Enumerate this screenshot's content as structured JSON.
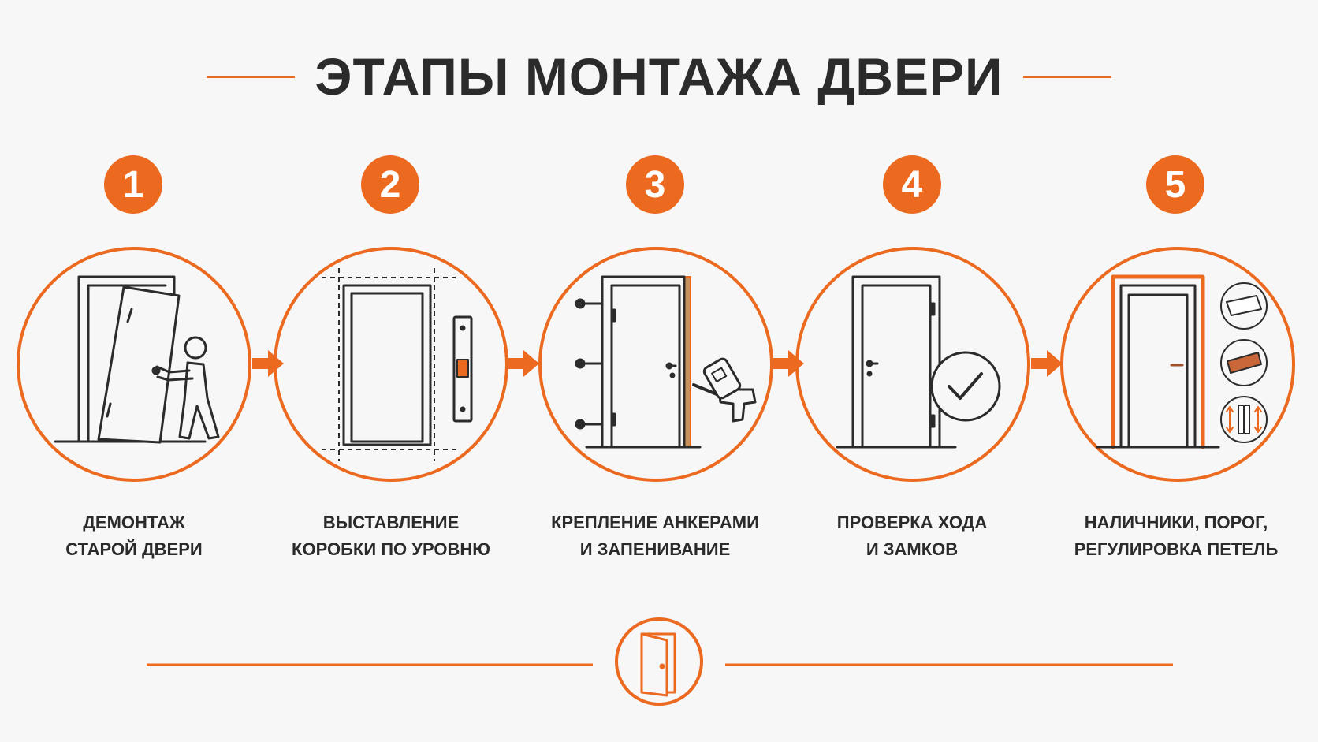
{
  "title": "ЭТАПЫ МОНТАЖА ДВЕРИ",
  "colors": {
    "accent": "#ec6a1f",
    "ink": "#2b2b2b",
    "background": "#f7f7f7"
  },
  "steps": [
    {
      "number": "1",
      "line1": "ДЕМОНТАЖ",
      "line2": "СТАРОЙ ДВЕРИ",
      "icon": "door-removal-icon"
    },
    {
      "number": "2",
      "line1": "ВЫСТАВЛЕНИЕ",
      "line2": "КОРОБКИ ПО УРОВНЮ",
      "icon": "frame-level-icon"
    },
    {
      "number": "3",
      "line1": "КРЕПЛЕНИЕ АНКЕРАМИ",
      "line2": "И ЗАПЕНИВАНИЕ",
      "icon": "anchor-foam-icon"
    },
    {
      "number": "4",
      "line1": "ПРОВЕРКА ХОДА",
      "line2": "И ЗАМКОВ",
      "icon": "door-check-icon"
    },
    {
      "number": "5",
      "line1": "НАЛИЧНИКИ, ПОРОГ,",
      "line2": "РЕГУЛИРОВКА ПЕТЕЛЬ",
      "icon": "trim-threshold-hinge-icon"
    }
  ],
  "footer_icon": "open-door-icon"
}
